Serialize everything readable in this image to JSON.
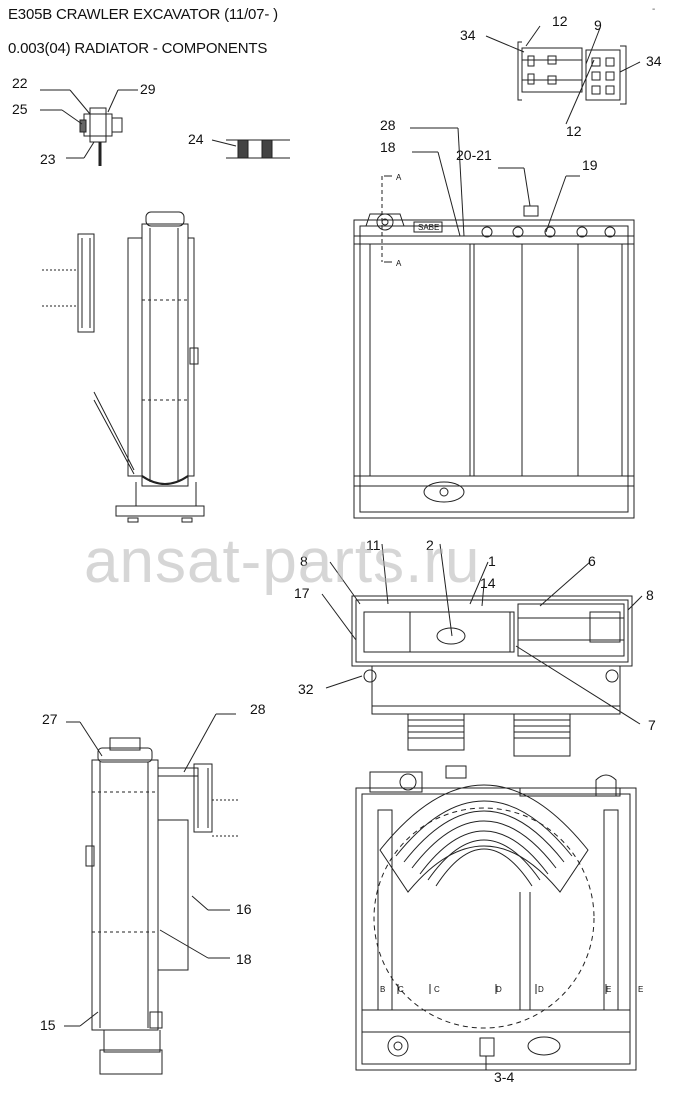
{
  "titles": {
    "model": "E305B CRAWLER EXCAVATOR (11/07- )",
    "section": "0.003(04) RADIATOR - COMPONENTS"
  },
  "corner_mark": "-",
  "watermark": "ansat-parts.ru",
  "plate_text": "SABE",
  "section_marks": [
    "A",
    "A"
  ],
  "view_marks": [
    "B",
    "C",
    "C",
    "D",
    "D",
    "E",
    "E"
  ],
  "callouts": {
    "c12a": "12",
    "c9": "9",
    "c34a": "34",
    "c34b": "34",
    "c12b": "12",
    "c22": "22",
    "c29": "29",
    "c25": "25",
    "c23": "23",
    "c24": "24",
    "c28a": "28",
    "c18a": "18",
    "c2021": "20-21",
    "c19": "19",
    "c8a": "8",
    "c11": "11",
    "c2": "2",
    "c1": "1",
    "c6": "6",
    "c14": "14",
    "c17": "17",
    "c8b": "8",
    "c32": "32",
    "c7": "7",
    "c27": "27",
    "c28b": "28",
    "c16": "16",
    "c18b": "18",
    "c15": "15",
    "c34": "3-4"
  }
}
